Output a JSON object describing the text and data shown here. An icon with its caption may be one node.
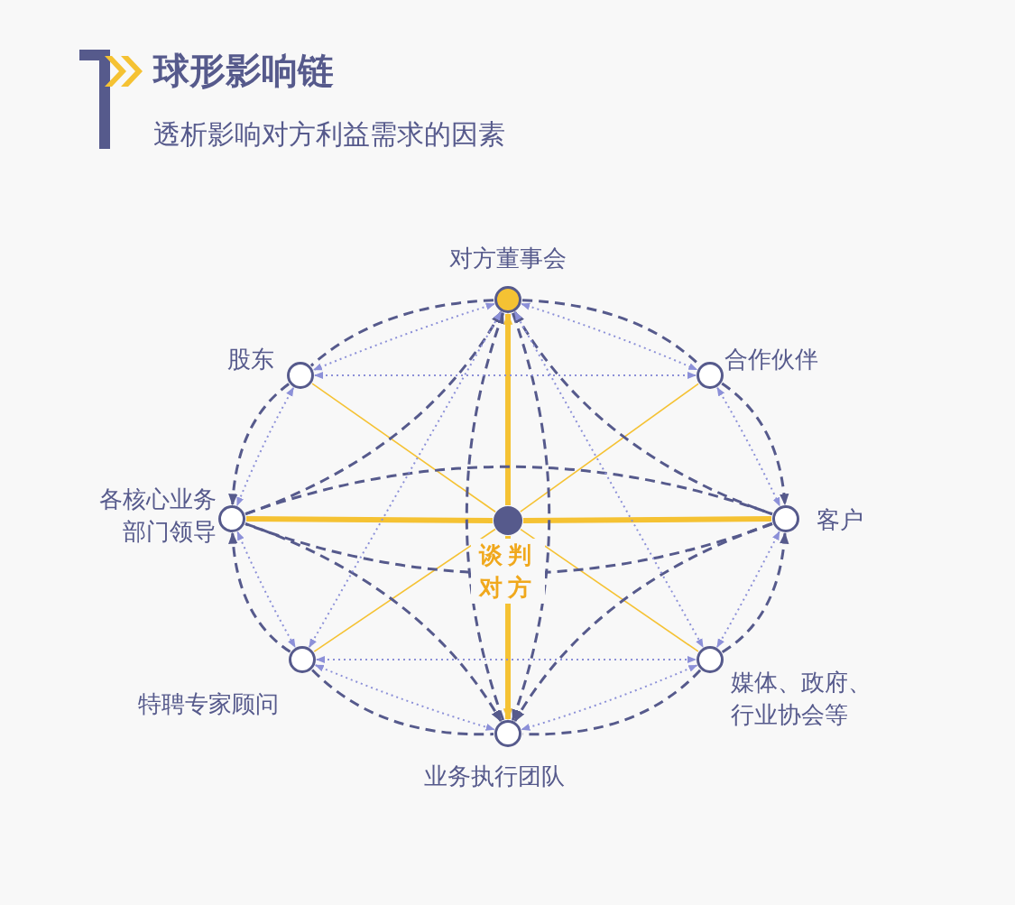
{
  "diagram": {
    "title": "球形影响链",
    "caption": "透析影响对方利益需求的因素",
    "nodes": [
      {
        "text": [],
        "shape": "circle",
        "beside": [
          "对方董事会"
        ]
      },
      {
        "text": [],
        "shape": "circle",
        "beside": [
          "股东"
        ]
      },
      {
        "text": [],
        "shape": "circle",
        "beside": [
          "合作伙伴"
        ]
      },
      {
        "text": [],
        "shape": "circle",
        "beside": [
          "各核心业务部门领导"
        ]
      },
      {
        "text": [],
        "shape": "circle",
        "beside": [
          "谈判对方"
        ]
      },
      {
        "text": [],
        "shape": "circle",
        "beside": [
          "客户"
        ]
      },
      {
        "text": [],
        "shape": "circle",
        "beside": [
          "特聘专家顾问"
        ]
      },
      {
        "text": [],
        "shape": "circle",
        "beside": [
          "媒体、政府、行业协会等"
        ]
      },
      {
        "text": [],
        "shape": "circle",
        "beside": [
          "业务执行团队"
        ]
      }
    ],
    "edges": [
      {
        "from": 4,
        "to": 0,
        "arrow": "to",
        "style": "thick",
        "color": "#f5c233"
      },
      {
        "from": 4,
        "to": 8,
        "arrow": "to",
        "style": "thick",
        "color": "#f5c233"
      },
      {
        "from": 4,
        "to": 3,
        "arrow": "none",
        "style": "thick",
        "color": "#f5c233"
      },
      {
        "from": 4,
        "to": 5,
        "arrow": "none",
        "style": "thick",
        "color": "#f5c233"
      },
      {
        "from": 4,
        "to": 1,
        "arrow": "none",
        "color": "#f5c233"
      },
      {
        "from": 4,
        "to": 2,
        "arrow": "none",
        "color": "#f5c233"
      },
      {
        "from": 4,
        "to": 6,
        "arrow": "none",
        "color": "#f5c233"
      },
      {
        "from": 4,
        "to": 7,
        "arrow": "none",
        "color": "#f5c233"
      },
      {
        "from": 0,
        "to": 1,
        "arrow": "none",
        "style": "dashed"
      },
      {
        "from": 0,
        "to": 2,
        "arrow": "none",
        "style": "dashed"
      },
      {
        "from": 1,
        "to": 3,
        "arrow": "to",
        "style": "dashed"
      },
      {
        "from": 2,
        "to": 5,
        "arrow": "to",
        "style": "dashed"
      },
      {
        "from": 6,
        "to": 3,
        "arrow": "to",
        "style": "dashed"
      },
      {
        "from": 7,
        "to": 5,
        "arrow": "to",
        "style": "dashed"
      },
      {
        "from": 6,
        "to": 8,
        "arrow": "none",
        "style": "dashed"
      },
      {
        "from": 7,
        "to": 8,
        "arrow": "none",
        "style": "dashed"
      },
      {
        "from": 3,
        "to": 0,
        "arrow": "to",
        "style": "dashed"
      },
      {
        "from": 5,
        "to": 0,
        "arrow": "to",
        "style": "dashed"
      },
      {
        "from": 3,
        "to": 5,
        "arrow": "none",
        "style": "dashed"
      },
      {
        "from": 5,
        "to": 3,
        "arrow": "none",
        "style": "dashed"
      },
      {
        "from": 3,
        "to": 8,
        "arrow": "to",
        "style": "dashed"
      },
      {
        "from": 5,
        "to": 8,
        "arrow": "to",
        "style": "dashed"
      },
      {
        "from": 8,
        "to": 0,
        "arrow": "to",
        "style": "dashed"
      },
      {
        "from": 0,
        "to": 8,
        "arrow": "to",
        "style": "dashed"
      },
      {
        "from": 0,
        "to": 1,
        "arrow": "both",
        "style": "dashed",
        "color": "#8c90d8"
      },
      {
        "from": 0,
        "to": 2,
        "arrow": "both",
        "style": "dashed",
        "color": "#8c90d8"
      },
      {
        "from": 1,
        "to": 2,
        "arrow": "both",
        "style": "dashed",
        "color": "#8c90d8"
      },
      {
        "from": 1,
        "to": 3,
        "arrow": "both",
        "style": "dashed",
        "color": "#8c90d8"
      },
      {
        "from": 2,
        "to": 5,
        "arrow": "both",
        "style": "dashed",
        "color": "#8c90d8"
      },
      {
        "from": 3,
        "to": 6,
        "arrow": "both",
        "style": "dashed",
        "color": "#8c90d8"
      },
      {
        "from": 5,
        "to": 7,
        "arrow": "both",
        "style": "dashed",
        "color": "#8c90d8"
      },
      {
        "from": 0,
        "to": 6,
        "arrow": "both",
        "style": "dashed",
        "color": "#8c90d8"
      },
      {
        "from": 0,
        "to": 7,
        "arrow": "both",
        "style": "dashed",
        "color": "#8c90d8"
      },
      {
        "from": 6,
        "to": 7,
        "arrow": "both",
        "style": "dashed",
        "color": "#8c90d8"
      },
      {
        "from": 6,
        "to": 8,
        "arrow": "both",
        "style": "dashed",
        "color": "#8c90d8"
      },
      {
        "from": 7,
        "to": 8,
        "arrow": "both",
        "style": "dashed",
        "color": "#8c90d8"
      }
    ]
  }
}
